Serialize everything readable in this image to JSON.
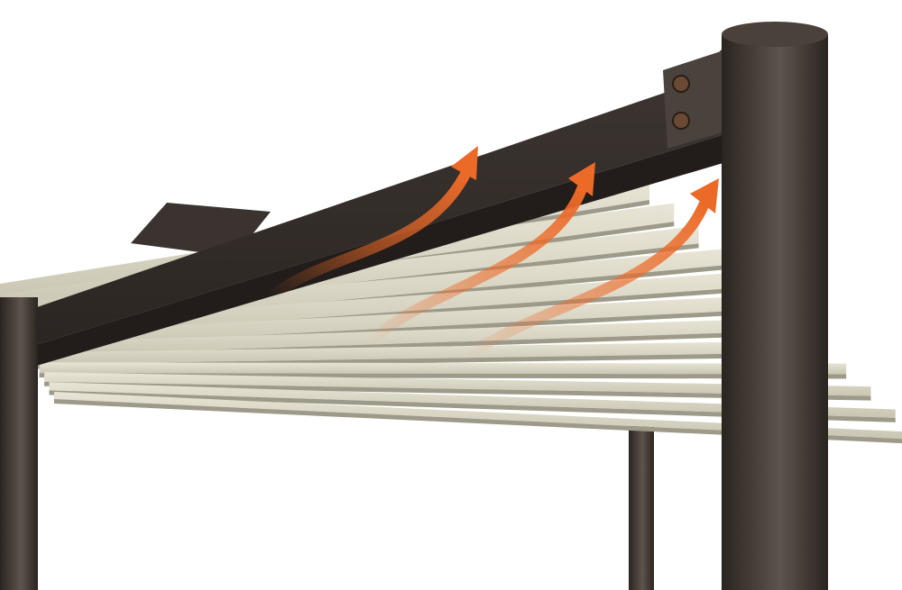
{
  "scene": {
    "subject": "pergola",
    "colors": {
      "background": "#ffffff",
      "frame": "#3a3430",
      "frame_light": "#5c534d",
      "frame_dark": "#241f1c",
      "louver": "#dcd8c6",
      "louver_shadow": "#9d9a8a",
      "arrow": "#ec6a28"
    },
    "louver_count": 12,
    "arrow_count": 3,
    "bolt_count": 2
  }
}
